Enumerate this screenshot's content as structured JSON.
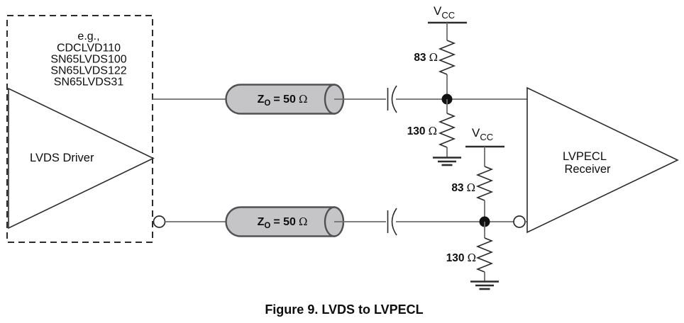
{
  "figure": {
    "caption": "Figure 9. LVDS to LVPECL"
  },
  "driver": {
    "examples_heading": "e.g.,",
    "example_parts": [
      "CDCLVD110",
      "SN65LVDS100",
      "SN65LVDS122",
      "SN65LVDS31"
    ],
    "label": "LVDS Driver"
  },
  "receiver": {
    "label_line1": "LVPECL",
    "label_line2": "Receiver"
  },
  "transmission_line": {
    "symbol": "Z",
    "subscript": "O",
    "equals": "= 50",
    "ohm": "Ω"
  },
  "supply": {
    "symbol": "V",
    "subscript": "CC"
  },
  "resistors": {
    "pullup_value": "83",
    "pulldown_value": "130",
    "ohm": "Ω"
  },
  "colors": {
    "background": "#ffffff",
    "wire": "#6e6e6e",
    "component": "#2b2b2b",
    "cylinder_fill": "#c5c5c7",
    "cylinder_stroke": "#515153"
  }
}
